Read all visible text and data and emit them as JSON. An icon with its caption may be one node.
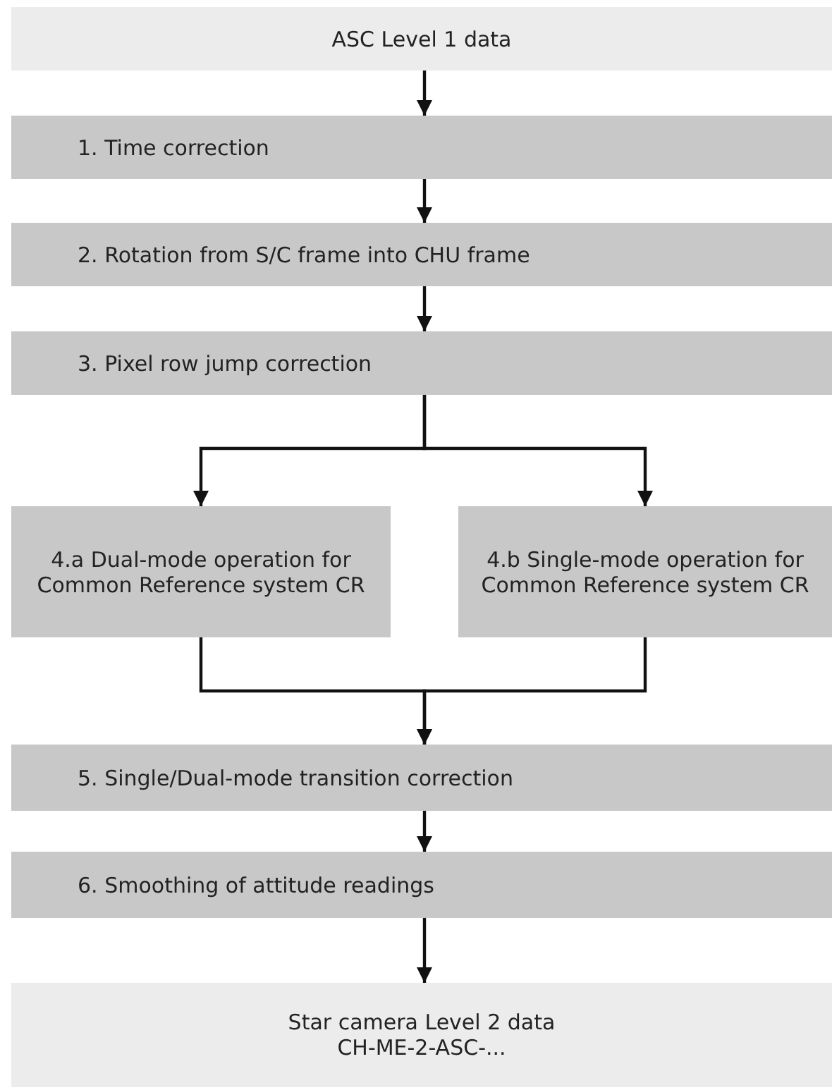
{
  "diagram": {
    "nodes": [
      {
        "text": [
          "ASC Level 1 data"
        ]
      },
      {
        "text": [
          "1. Time correction"
        ]
      },
      {
        "text": [
          "2. Rotation from S/C frame into CHU frame"
        ]
      },
      {
        "text": [
          "3. Pixel row jump correction"
        ]
      },
      {
        "text": [
          "4.a Dual-mode operation for Common Reference system CR"
        ]
      },
      {
        "text": [
          "4.b Single-mode operation for Common Reference system CR"
        ]
      },
      {
        "text": [
          "5. Single/Dual-mode transition correction"
        ]
      },
      {
        "text": [
          "6. Smoothing of attitude readings"
        ]
      },
      {
        "text": [
          "Star camera Level 2 data",
          "CH-ME-2-ASC-..."
        ]
      }
    ],
    "edges": [
      {
        "from": 0,
        "to": 1,
        "arrow": "to"
      },
      {
        "from": 1,
        "to": 2,
        "arrow": "to"
      },
      {
        "from": 2,
        "to": 3,
        "arrow": "to"
      },
      {
        "from": 3,
        "to": 4,
        "arrow": "to"
      },
      {
        "from": 3,
        "to": 5,
        "arrow": "to"
      },
      {
        "from": 4,
        "to": 6,
        "arrow": "to"
      },
      {
        "from": 5,
        "to": 6,
        "arrow": "to"
      },
      {
        "from": 6,
        "to": 7,
        "arrow": "to"
      },
      {
        "from": 7,
        "to": 8,
        "arrow": "to"
      }
    ]
  }
}
